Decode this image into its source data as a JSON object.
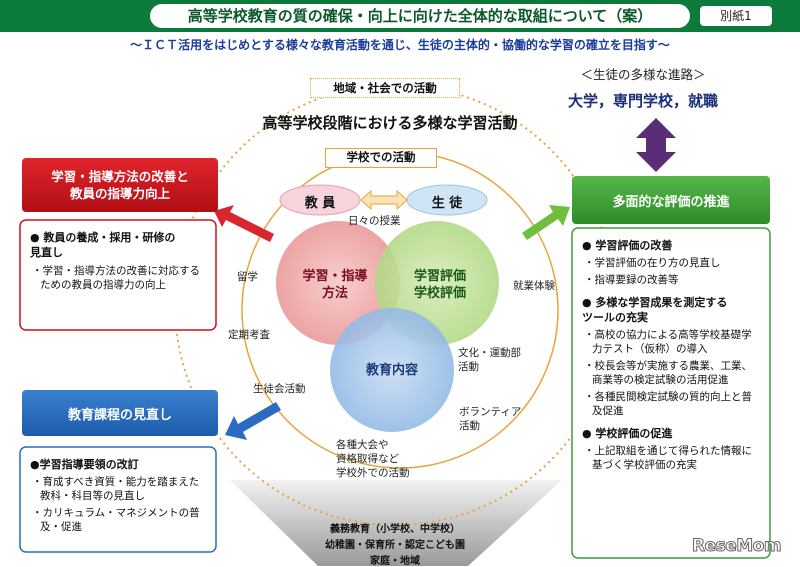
{
  "header": {
    "title": "高等学校教育の質の確保・向上に向けた全体的な取組について（案）",
    "attachment": "別紙1"
  },
  "subtitle": "～ＩＣＴ活用をはじめとする様々な教育活動を通じ、生徒の主体的・協働的な学習の確立を目指す～",
  "career_path": {
    "label": "＜生徒の多様な進路＞",
    "value": "大学，専門学校，就職"
  },
  "center": {
    "community_label": "地域・社会での活動",
    "main_title": "高等学校段階における多様な学習活動",
    "school_label": "学校での活動",
    "teacher_label": "教 員",
    "student_label": "生 徒",
    "circle_teaching": "学習・指導\n方法",
    "circle_evaluation": "学習評価\n学校評価",
    "circle_content": "教育内容",
    "activities": {
      "daily_class": "日々の授業",
      "study_abroad": "留学",
      "regular_exam": "定期考査",
      "student_council": "生徒会活動",
      "work_experience": "就業体験",
      "culture_sports": "文化・運動部\n活動",
      "volunteer": "ボランティア\n活動",
      "competitions": "各種大会や\n資格取得など\n学校外での活動"
    },
    "base": {
      "line1": "義務教育（小学校、中学校）",
      "line2": "幼稚園・保育所・認定こども園",
      "line3": "家庭・地域"
    }
  },
  "left_top": {
    "heading": "学習・指導方法の改善と\n教員の指導力向上",
    "bullet": "● 教員の養成・採用・研修の\n見直し",
    "items": [
      "・学習・指導方法の改善に対応するための教員の指導力の向上"
    ]
  },
  "left_bottom": {
    "heading": "教育課程の見直し",
    "bullet": "●学習指導要領の改訂",
    "items": [
      "・育成すべき資質・能力を踏まえた教科・科目等の見直し",
      "・カリキュラム・マネジメントの普及・促進"
    ]
  },
  "right": {
    "heading": "多面的な評価の推進",
    "sections": [
      {
        "bullet": "● 学習評価の改善",
        "items": [
          "・学習評価の在り方の見直し",
          "・指導要録の改善等"
        ]
      },
      {
        "bullet": "● 多様な学習成果を測定する\nツールの充実",
        "items": [
          "・高校の協力による高等学校基礎学力テスト（仮称）の導入",
          "・校長会等が実施する農業、工業、商業等の検定試験の活用促進",
          "・各種民間検定試験の質的向上と普及促進"
        ]
      },
      {
        "bullet": "● 学校評価の促進",
        "items": [
          "・上記取組を通じて得られた情報に基づく学校評価の充実"
        ]
      }
    ]
  },
  "watermark": "ReseMom",
  "colors": {
    "header_green": "#0b7a3b",
    "red": "#c8141b",
    "blue": "#2a6cc0",
    "green": "#3f9e35",
    "purple": "#5b2d78"
  }
}
